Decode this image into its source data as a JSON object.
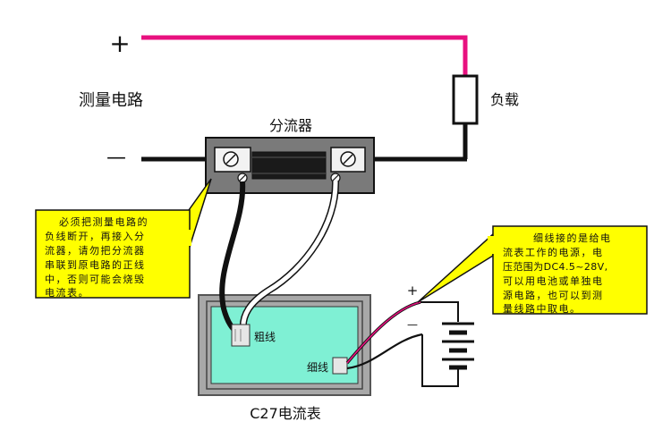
{
  "labels": {
    "plus_top": "+",
    "minus_left": "—",
    "measure_circuit": "测量电路",
    "load": "负载",
    "shunt": "分流器",
    "thick_wire": "粗线",
    "thin_wire": "细线",
    "meter_name": "C27电流表",
    "battery_plus": "+",
    "battery_minus": "—"
  },
  "notes": {
    "left": {
      "lines": [
        "必须把测量电路的",
        "负线断开，再接入分",
        "流器，请勿把分流器",
        "串联到原电路的正线",
        "中，否则可能会烧毁",
        "电流表。"
      ]
    },
    "right": {
      "lines": [
        "细线接的是给电",
        "流表工作的电源，电",
        "压范围为DC4.5~28V,",
        "可以用电池或单独电",
        "源电路，也可以到测",
        "量线路中取电。"
      ]
    }
  },
  "colors": {
    "positive_wire": "#e8117f",
    "wire": "#111111",
    "shunt_body": "#7a7a7a",
    "meter_screen": "#7ff0d4",
    "callout": "#ffff00"
  }
}
